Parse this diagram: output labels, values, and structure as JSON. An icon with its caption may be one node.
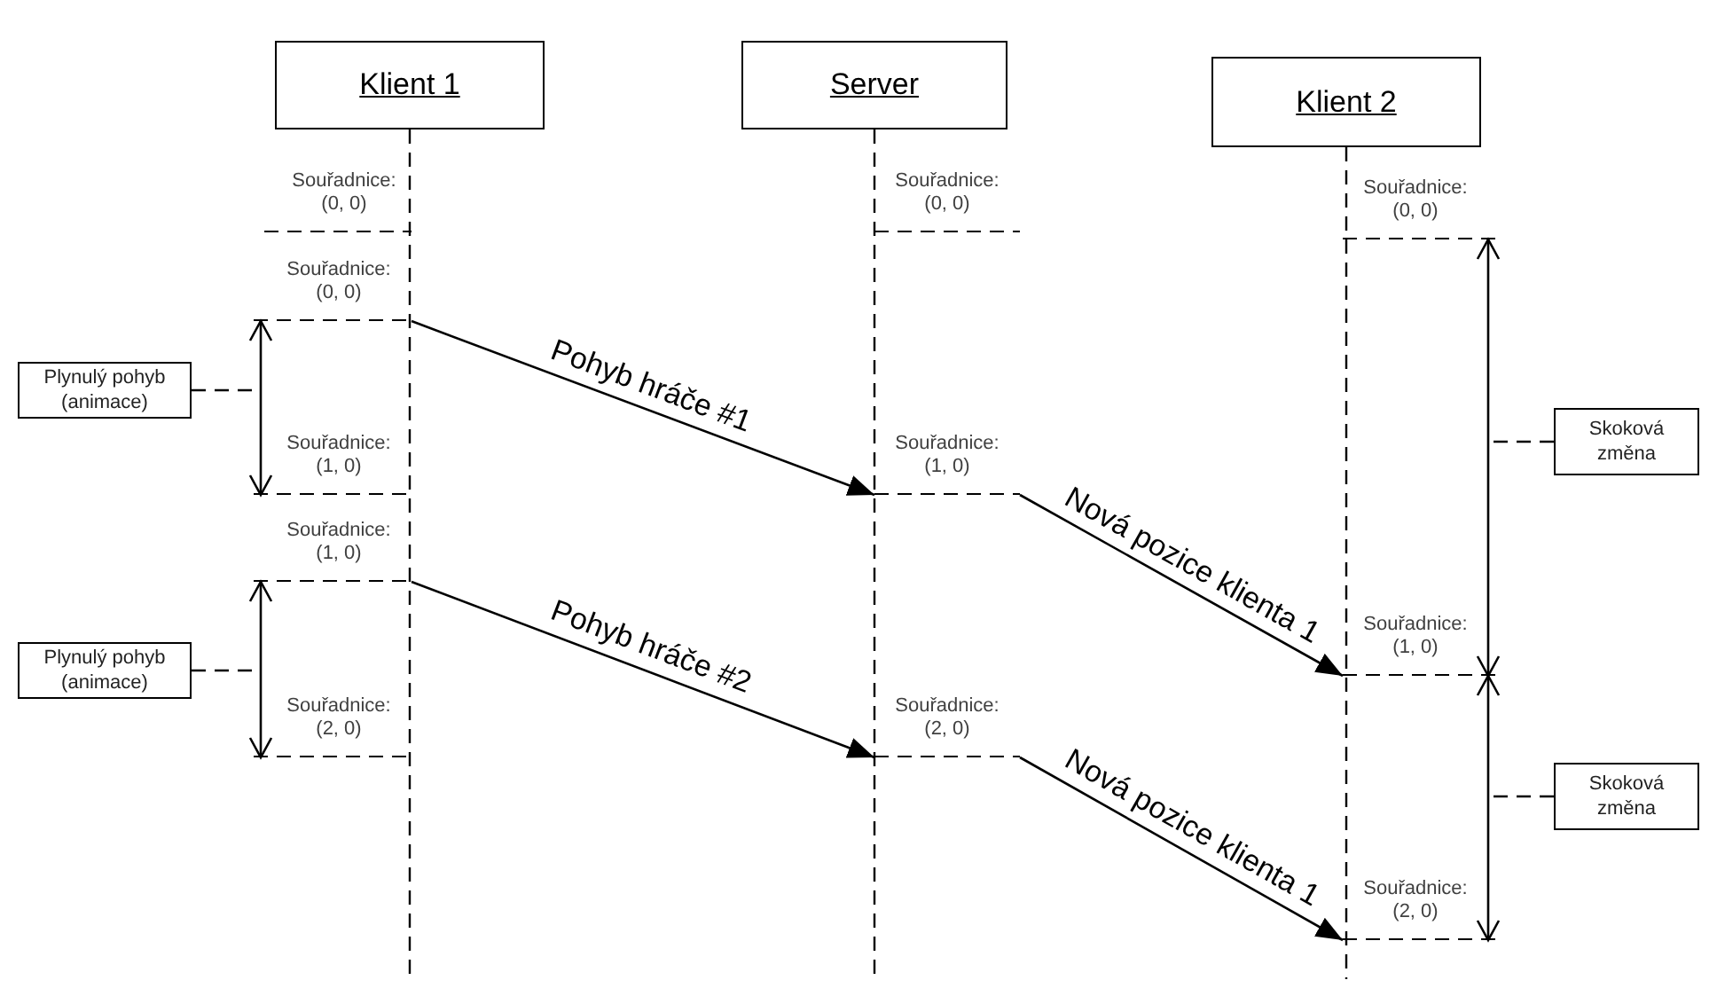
{
  "diagram": {
    "nodes": [
      {
        "text": [
          "Klient 1"
        ]
      },
      {
        "text": [
          "Server"
        ]
      },
      {
        "text": [
          "Klient 2"
        ]
      },
      {
        "text": [
          "Souřadnice: (0, 0)"
        ]
      },
      {
        "text": [
          "Souřadnice: (0, 0)"
        ]
      },
      {
        "text": [
          "Souřadnice: (0, 0)"
        ]
      },
      {
        "text": [
          "Souřadnice: (0, 0)"
        ]
      },
      {
        "text": [
          "Plynulý pohyb (animace)"
        ]
      },
      {
        "text": [
          "Souřadnice: (1, 0)"
        ]
      },
      {
        "text": [
          "Souřadnice: (1, 0)"
        ]
      },
      {
        "text": [
          "Skoková změna"
        ]
      },
      {
        "text": [
          "Souřadnice: (1, 0)"
        ]
      },
      {
        "text": [
          "Souřadnice: (1, 0)"
        ]
      },
      {
        "text": [
          "Plynulý pohyb (animace)"
        ]
      },
      {
        "text": [
          "Souřadnice: (2, 0)"
        ]
      },
      {
        "text": [
          "Souřadnice: (2, 0)"
        ]
      },
      {
        "text": [
          "Skoková změna"
        ]
      },
      {
        "text": [
          "Souřadnice: (2, 0)"
        ]
      }
    ],
    "edges": [
      {
        "from": 6,
        "to": 9,
        "arrow": "to",
        "label": "Pohyb hráče #1"
      },
      {
        "from": 9,
        "to": 12,
        "arrow": "to",
        "label": "Nová pozice klienta 1"
      },
      {
        "from": 11,
        "to": 15,
        "arrow": "to",
        "label": "Pohyb hráče #2"
      },
      {
        "from": 15,
        "to": 17,
        "arrow": "to",
        "label": "Nová pozice klienta 1"
      },
      {
        "from": 6,
        "to": 8,
        "arrow": "both"
      },
      {
        "from": 11,
        "to": 14,
        "arrow": "both"
      },
      {
        "from": 5,
        "to": 12,
        "arrow": "both"
      },
      {
        "from": 12,
        "to": 17,
        "arrow": "both"
      },
      {
        "from": 7,
        "to": null,
        "arrow": "none",
        "style": "dashed"
      },
      {
        "from": 13,
        "to": null,
        "arrow": "none",
        "style": "dashed"
      },
      {
        "from": 10,
        "to": null,
        "arrow": "none",
        "style": "dashed"
      },
      {
        "from": 16,
        "to": null,
        "arrow": "none",
        "style": "dashed"
      }
    ]
  }
}
